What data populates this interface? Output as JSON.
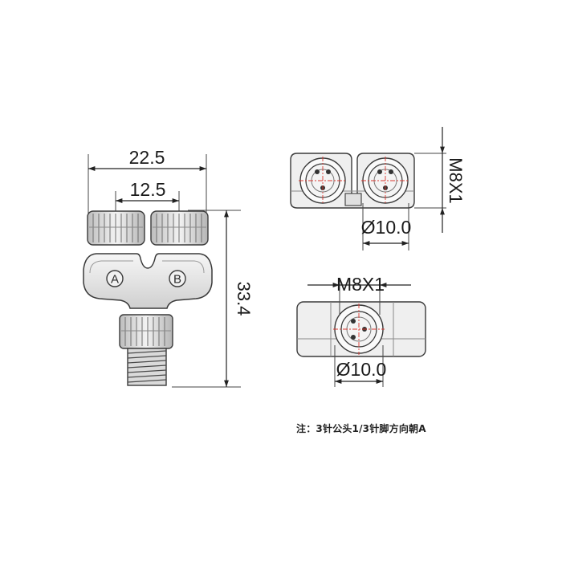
{
  "dimensions": {
    "overall_width": "22.5",
    "port_pitch": "12.5",
    "overall_height": "33.4",
    "thread_top_view": "M8X1",
    "diameter_top_view": "Ø10.0",
    "thread_bottom_view": "M8X1",
    "diameter_bottom_view": "Ø10.0"
  },
  "port_labels": {
    "a": "A",
    "b": "B"
  },
  "note": "注：3针公头1/3针脚方向朝A",
  "colors": {
    "outline": "#3a3a3a",
    "body_fill": "#e9e9e9",
    "centerline": "#d9382f"
  }
}
